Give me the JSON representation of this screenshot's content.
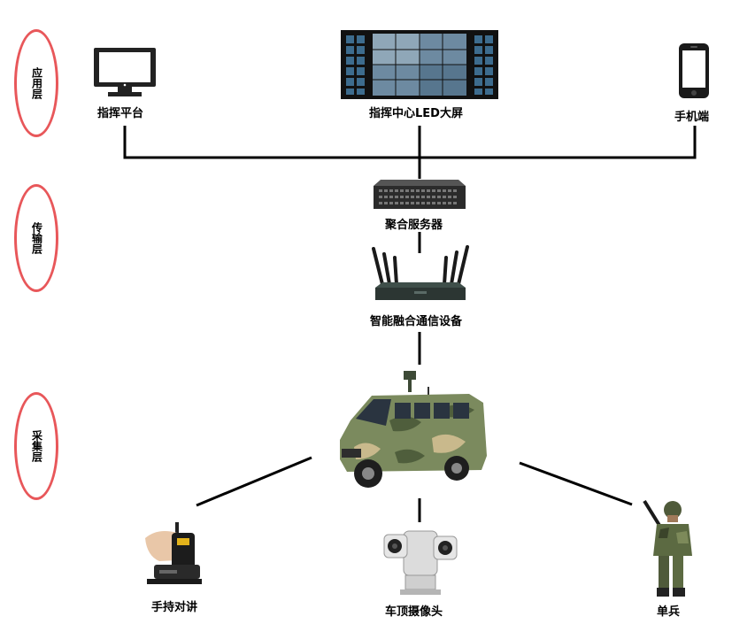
{
  "layers": {
    "application": "应用层",
    "transmission": "传输层",
    "collection": "采集层"
  },
  "nodes": {
    "command_platform": "指挥平台",
    "led_screen": "指挥中心LED大屏",
    "mobile": "手机端",
    "aggregation_server": "聚合服务器",
    "fusion_device": "智能融合通信设备",
    "handheld_radio": "手持对讲",
    "roof_camera": "车顶摄像头",
    "soldier": "单兵"
  },
  "colors": {
    "oval_border": "#e8575a",
    "line": "#000000"
  }
}
